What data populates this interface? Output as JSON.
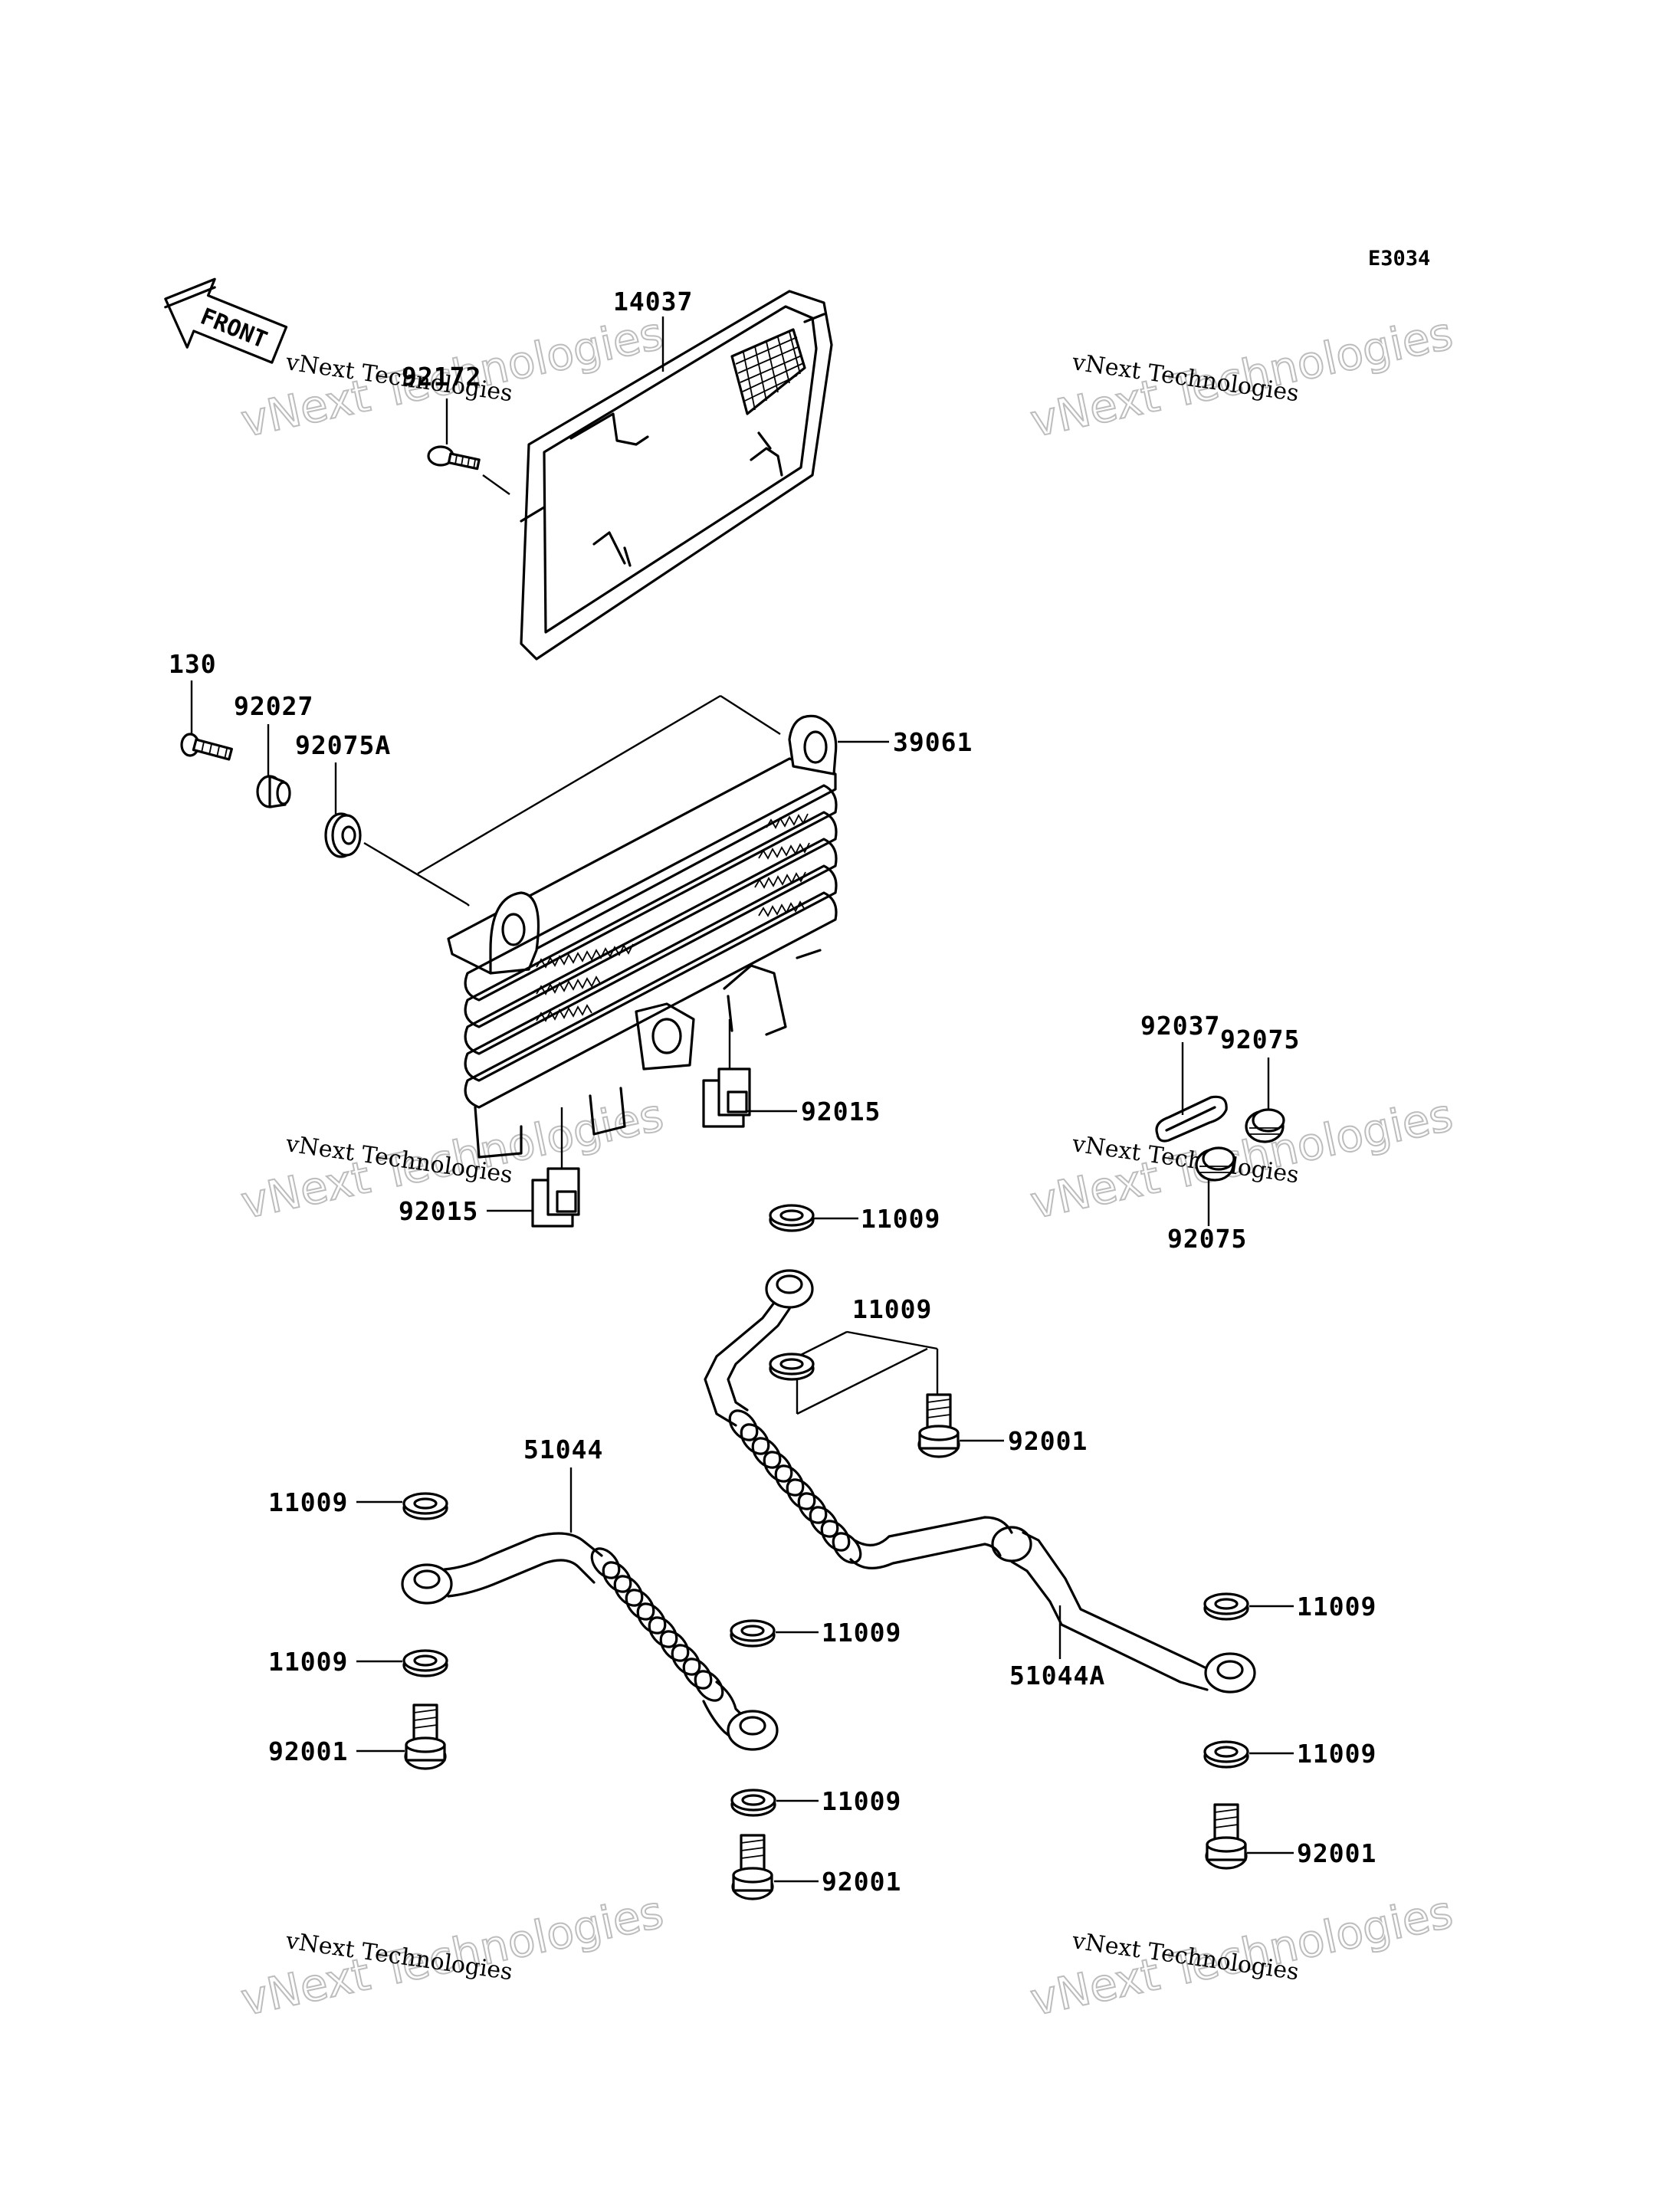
{
  "diagram": {
    "code": "E3034",
    "front_label": "FRONT",
    "watermark": {
      "line1": "vNext Technologies",
      "line2": "vNext Technologies"
    },
    "labels": {
      "p14037": "14037",
      "p92172": "92172",
      "p130": "130",
      "p92027": "92027",
      "p92075A": "92075A",
      "p39061": "39061",
      "p92015a": "92015",
      "p92015b": "92015",
      "p92037": "92037",
      "p92075a": "92075",
      "p92075b": "92075",
      "p11009a": "11009",
      "p11009b": "11009",
      "p92001a": "92001",
      "p51044": "51044",
      "p11009c": "11009",
      "p11009d": "11009",
      "p11009e": "11009",
      "p92001b": "92001",
      "p11009f": "11009",
      "p92001c": "92001",
      "p51044A": "51044A",
      "p11009g": "11009",
      "p11009h": "11009",
      "p92001d": "92001"
    }
  }
}
